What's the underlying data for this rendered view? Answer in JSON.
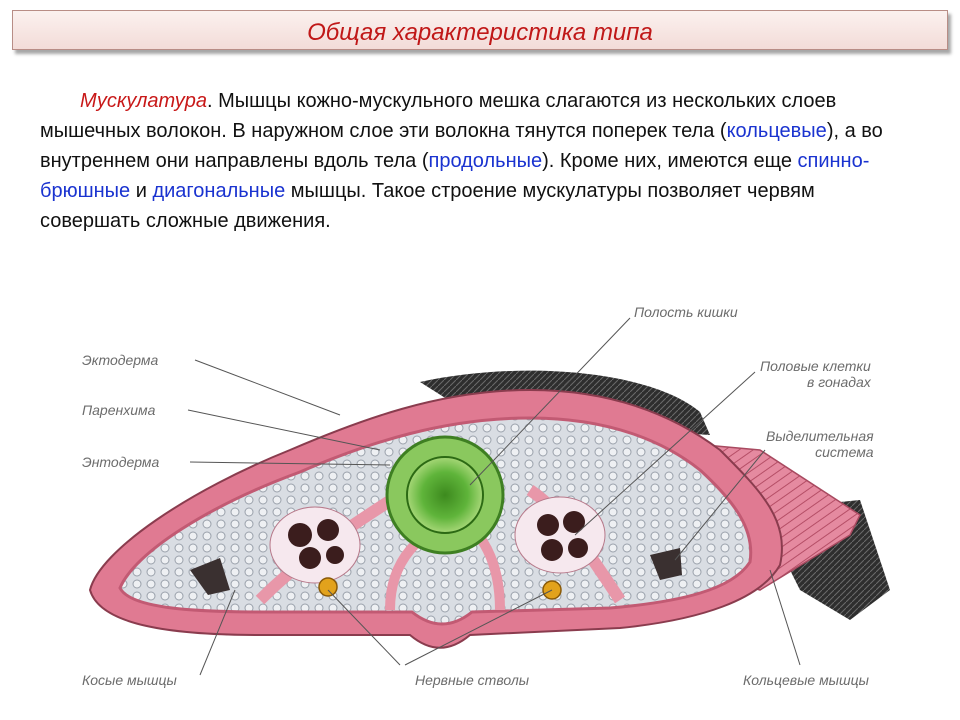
{
  "slide": {
    "title": "Общая характеристика типа"
  },
  "text": {
    "term": "Мускулатура",
    "p1": ". Мышцы кожно-мускульного мешка слагаются из нескольких слоев мышечных волокон. В наружном слое эти волокна тянутся поперек тела (",
    "ring": "кольцевые",
    "p2": "), а во внутреннем они направлены вдоль тела (",
    "longitudinal": "продольные",
    "p3": "). Кроме них, имеются еще ",
    "dorsoventral": "спинно-брюшные",
    "p4": " и ",
    "diagonal": "диагональные",
    "p5": " мышцы. Такое строение мускулатуры позволяет червям совершать сложные движения."
  },
  "figure_labels": {
    "ectoderm": "Эктодерма",
    "parenchyma": "Паренхима",
    "endoderm": "Энтодерма",
    "oblique": "Косые мышцы",
    "nerves": "Нервные стволы",
    "ring_muscles": "Кольцевые мышцы",
    "gut_cavity": "Полость кишки",
    "gonads_line1": "Половые клетки",
    "gonads_line2": "в гонадах",
    "excretory_line1": "Выделительная",
    "excretory_line2": "система"
  },
  "colors": {
    "title_text": "#c01818",
    "term": "#c81818",
    "highlight": "#1a33d0",
    "label_text": "#6c6c6c",
    "tissue_pink": "#e07a92",
    "tissue_light": "#f3c9d2",
    "gut_green": "#4aa232",
    "cilia_dark": "#3a3a3a"
  }
}
